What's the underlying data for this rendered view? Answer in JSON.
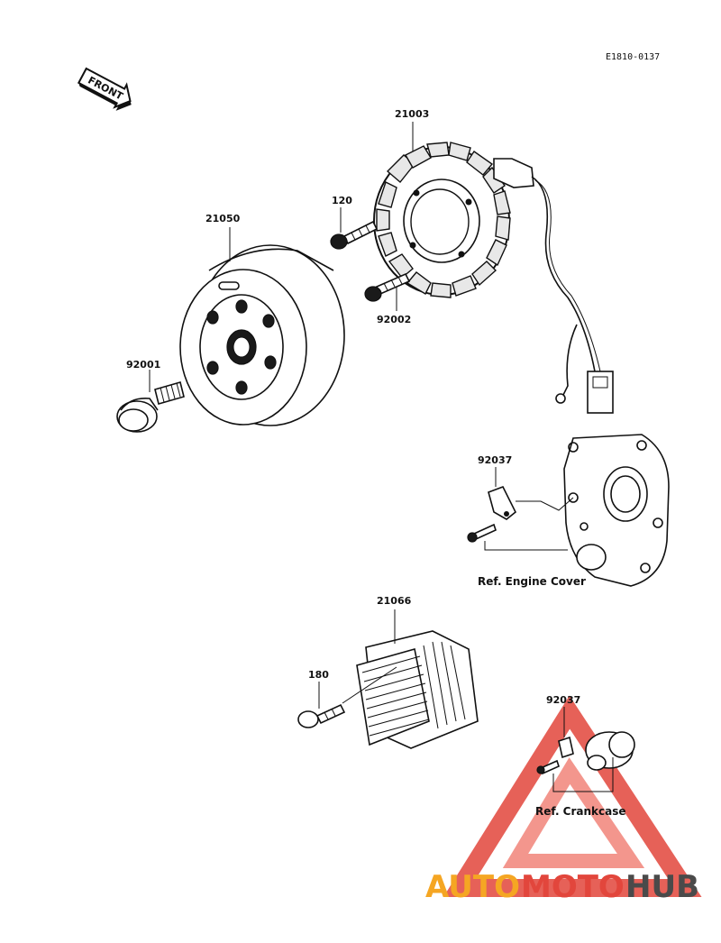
{
  "diagram_code": "E1810-0137",
  "front_label": "FRONT",
  "parts": {
    "flywheel": "21050",
    "stator": "21003",
    "stator_bolt": "120",
    "stator_bolt_b": "92002",
    "flywheel_bolt": "92001",
    "clamp_upper": "92037",
    "regulator": "21066",
    "regulator_bolt": "180",
    "clamp_lower": "92037"
  },
  "references": {
    "engine_cover": "Ref. Engine Cover",
    "crankcase": "Ref. Crankcase"
  },
  "watermark": {
    "brand_part1": "AUTO",
    "brand_part2": "MOTO",
    "brand_part3": "HUB",
    "color_orange": "#f5a623",
    "color_red": "#e2463c",
    "color_dark": "#4a4a4a"
  }
}
